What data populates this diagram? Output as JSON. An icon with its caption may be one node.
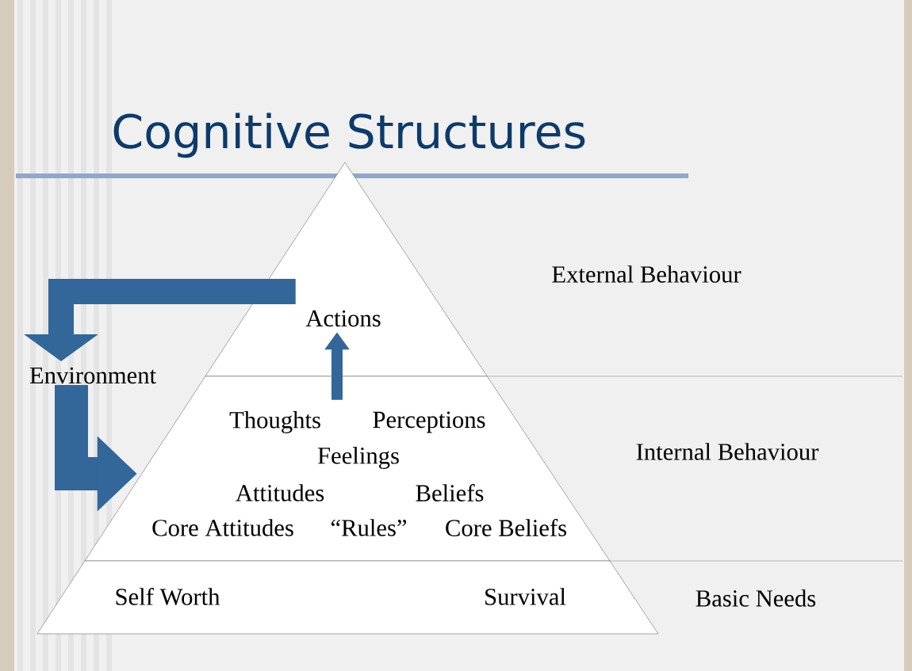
{
  "diagram": {
    "title": "Cognitive Structures",
    "nodes": [
      {
        "text": [
          "Actions"
        ]
      },
      {
        "text": [
          "Thoughts",
          "Perceptions",
          "Feelings",
          "Attitudes",
          "Beliefs",
          "Core Attitudes",
          "“Rules”",
          "Core Beliefs"
        ]
      },
      {
        "text": [
          "Self Worth",
          "Survival"
        ]
      },
      {
        "text": [
          "Environment"
        ]
      }
    ],
    "edges": [
      {
        "from": 0,
        "to": 3,
        "arrow": "to"
      },
      {
        "from": 3,
        "to": 1,
        "arrow": "to"
      },
      {
        "from": 1,
        "to": 0,
        "arrow": "to"
      }
    ],
    "labels": [
      "External  Behaviour",
      "Internal Behaviour",
      "Basic Needs"
    ]
  }
}
